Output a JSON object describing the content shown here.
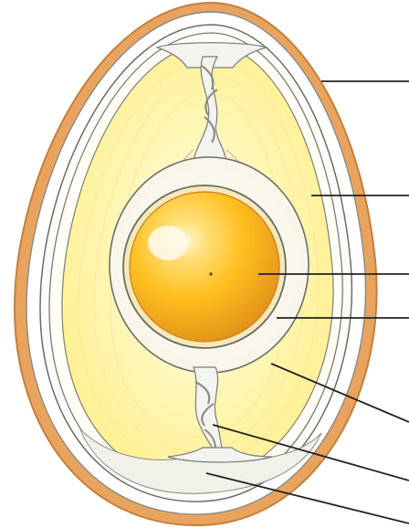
{
  "diagram": {
    "labels": [],
    "colors": {
      "background": "#ffffff",
      "shell_outer": "#e7a861",
      "shell_edge": "#c98a4a",
      "shell_inner_white": "#ffffff",
      "membrane_line": "#6b6b6b",
      "air_cell": "#f2f2ec",
      "albumen_outer": "#fff4a6",
      "albumen_inner": "#fffbd8",
      "chalaza_light": "#f3f3ef",
      "chalaza_shadow": "#8c8c88",
      "yolk_light": "#ffe58a",
      "yolk_mid": "#ffc21a",
      "yolk_dark": "#e5951c",
      "leader_line": "#222222"
    },
    "leader_lines": [
      {
        "part": "shell"
      },
      {
        "part": "albumen"
      },
      {
        "part": "yolk"
      },
      {
        "part": "vitelline-membrane"
      },
      {
        "part": "inner-thin-albumen"
      },
      {
        "part": "chalaza"
      },
      {
        "part": "air-cell"
      }
    ]
  }
}
